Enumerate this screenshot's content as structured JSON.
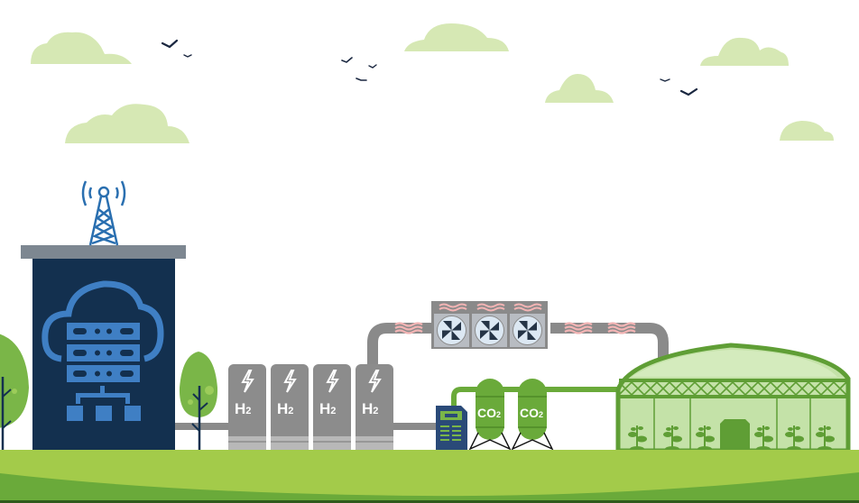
{
  "scene": {
    "title": "Data center waste heat and CO2 reuse for greenhouse",
    "colors": {
      "sky": "#ffffff",
      "cloud": "#d6e8b4",
      "bird": "#1a2740",
      "building": "#13304f",
      "building_icon": "#3f7fc4",
      "roof": "#7d8791",
      "antenna": "#2a6fb0",
      "tree": "#7ab648",
      "tree_trunk": "#13304f",
      "pipe_gray": "#8a8a8a",
      "tank_gray": "#8c8c8c",
      "tank_base": "#b8b8b8",
      "heat_wave": "#f2b4b4",
      "fan_bg": "#dce8f3",
      "fan_blade": "#253446",
      "pipe_green": "#6aaa3a",
      "co2_tank": "#6aaa3a",
      "controller": "#2a4a78",
      "controller_screen": "#7ab648",
      "greenhouse_frame": "#5f9e35",
      "greenhouse_glass": "#c4e2a8",
      "plant": "#5f9e35",
      "ground_light": "#a3cb4a",
      "ground_dark": "#6aaa3a"
    },
    "data_center": {
      "icon": "cloud-server-icon",
      "antenna_icon": "radio-tower-icon"
    },
    "hydrogen_tanks": [
      {
        "symbol": "H",
        "subscript": "2",
        "icon": "lightning-icon"
      },
      {
        "symbol": "H",
        "subscript": "2",
        "icon": "lightning-icon"
      },
      {
        "symbol": "H",
        "subscript": "2",
        "icon": "lightning-icon"
      },
      {
        "symbol": "H",
        "subscript": "2",
        "icon": "lightning-icon"
      }
    ],
    "heat_exchanger": {
      "fans": 3,
      "icon": "fan-icon"
    },
    "co2_tanks": [
      {
        "symbol": "CO",
        "subscript": "2"
      },
      {
        "symbol": "CO",
        "subscript": "2"
      }
    ],
    "greenhouse": {
      "plants": 6,
      "icon": "greenhouse-icon"
    }
  }
}
